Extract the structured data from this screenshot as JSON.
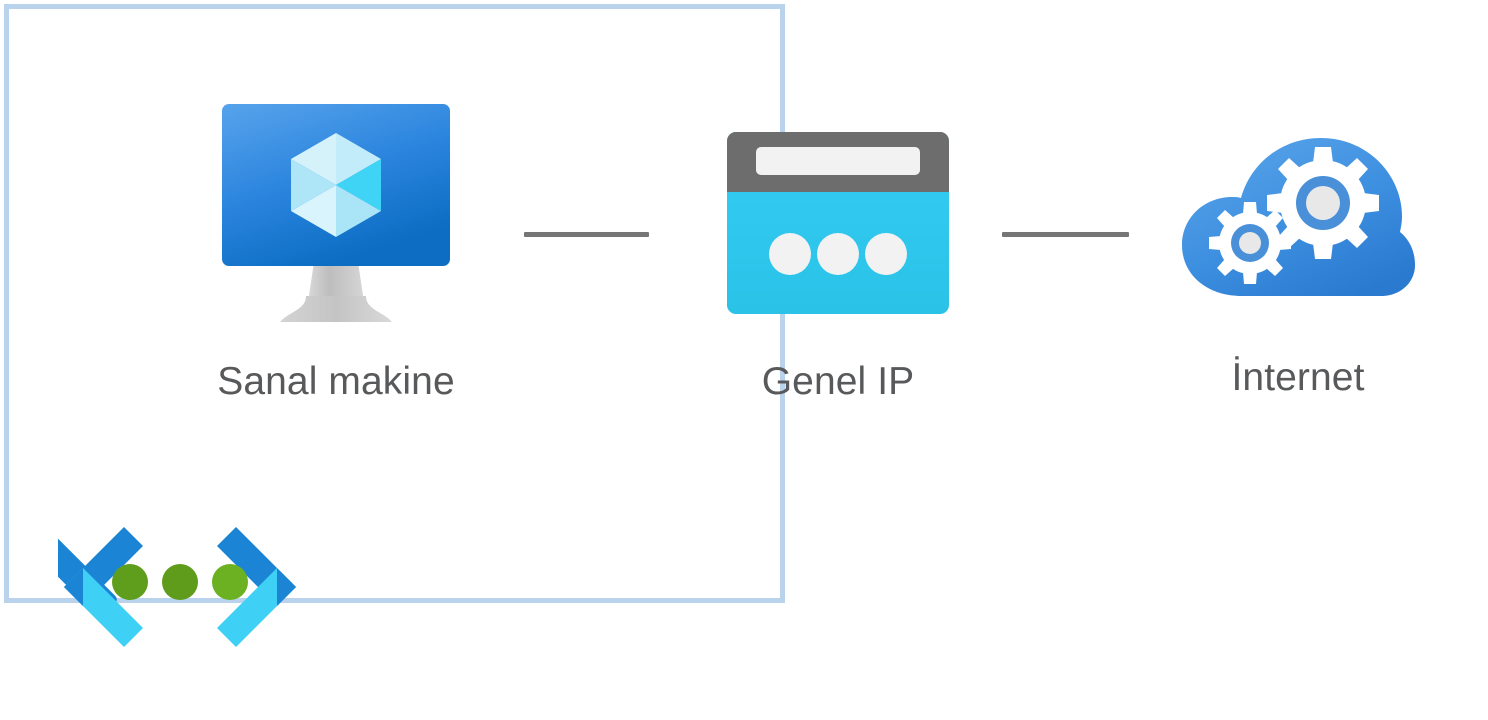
{
  "diagram": {
    "title": "Sanal makine genel IP internet baglantisi",
    "type": "network-architecture",
    "background_color": "#ffffff",
    "boundary": {
      "name": "virtual-network-boundary",
      "border_color": "#b9d3ec",
      "label": ""
    },
    "connector_color": "#767676",
    "nodes": [
      {
        "id": "virtual-machine",
        "label": "Sanal makine",
        "icon": "virtual-machine-icon",
        "icon_colors": {
          "screen_top": "#4a9cea",
          "screen_bottom": "#0d6fc4",
          "cube_light": "#d9f4fc",
          "cube_mid": "#9fe3f7",
          "cube_bright": "#36d4f5",
          "stand": "#c9c9c9"
        }
      },
      {
        "id": "public-ip",
        "label": "Genel IP",
        "icon": "public-ip-icon",
        "icon_colors": {
          "title_bar": "#6d6d6d",
          "address_bar": "#f2f2f2",
          "body": "#32c8ef",
          "dots": "#f2f2f2"
        }
      },
      {
        "id": "internet",
        "label": "İnternet",
        "icon": "internet-cloud-icon",
        "icon_colors": {
          "cloud_light": "#4f9ce8",
          "cloud_dark": "#2f7fd6",
          "gear": "#ffffff",
          "gear_ring": "#4a90d9",
          "gear_hub": "#e8e8e8"
        }
      }
    ],
    "connectors": [
      {
        "id": "vm-to-ip",
        "from": "virtual-machine",
        "to": "public-ip",
        "style": "solid"
      },
      {
        "id": "ip-to-internet",
        "from": "public-ip",
        "to": "internet",
        "style": "solid"
      }
    ],
    "badge": {
      "id": "code-badge",
      "icon": "code-brackets-icon",
      "colors": {
        "bracket_dark": "#1b84d4",
        "bracket_light": "#3fd1f5",
        "dots": "#5f9e1d"
      }
    }
  }
}
